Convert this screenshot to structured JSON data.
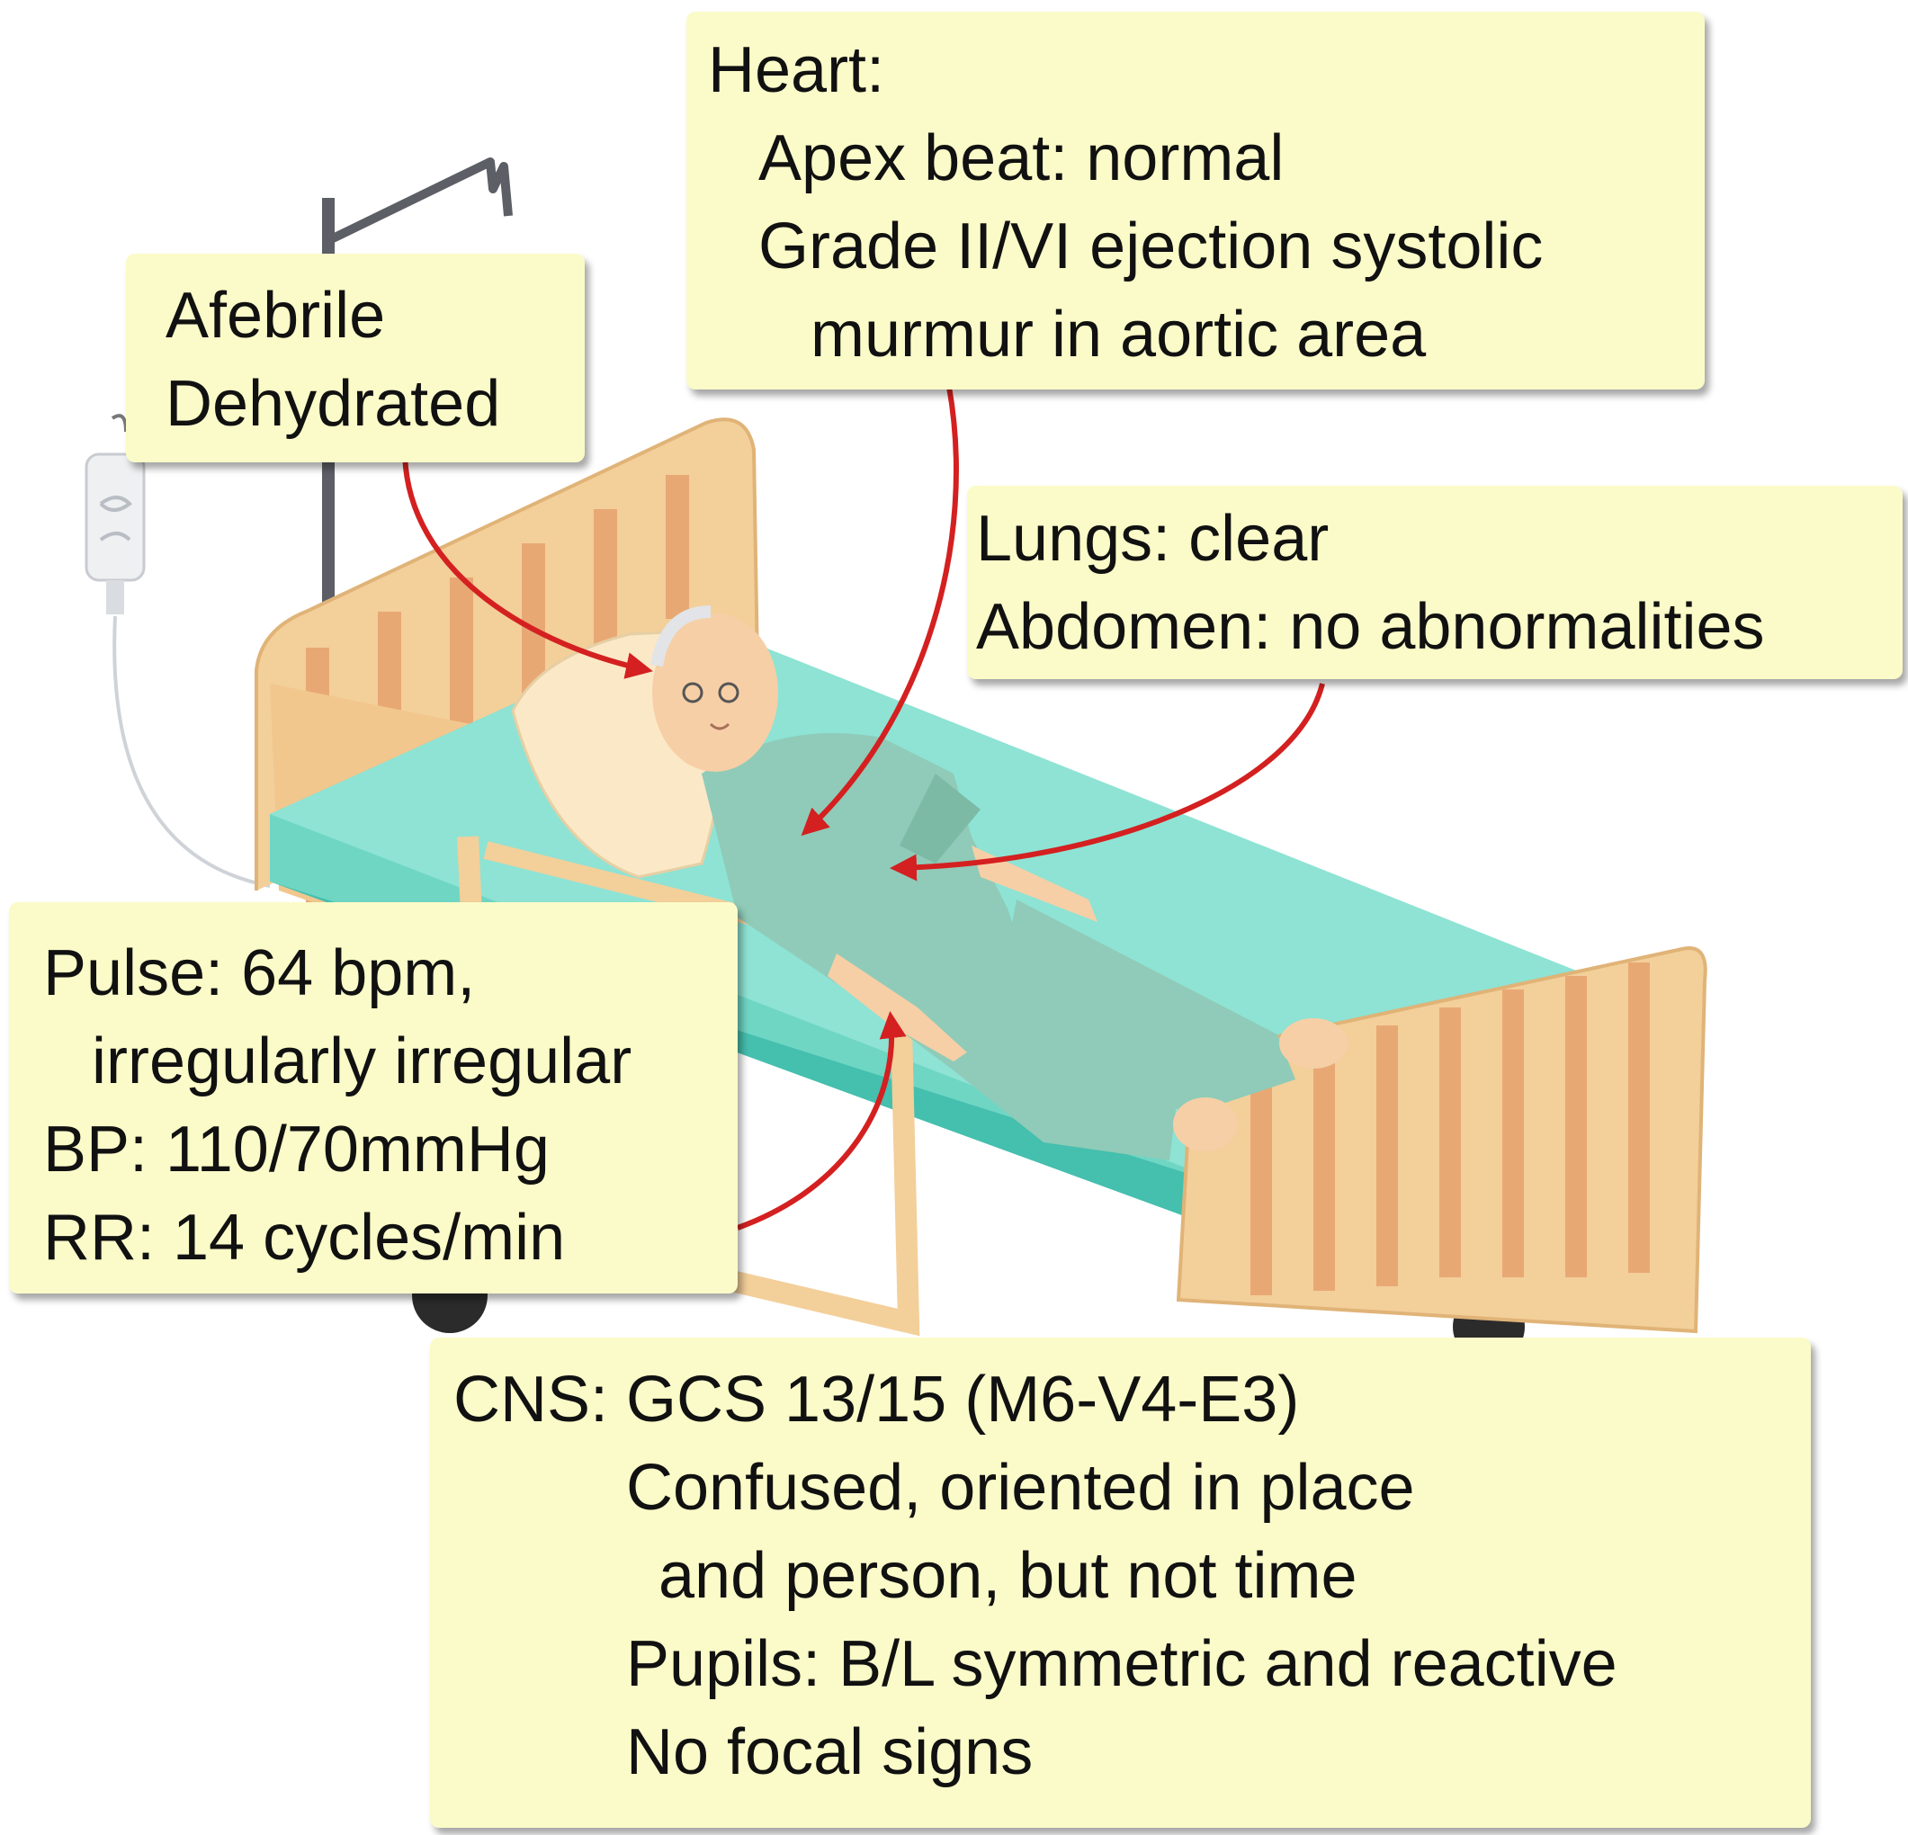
{
  "callouts": {
    "general": {
      "lines": [
        "Afebrile",
        "Dehydrated"
      ]
    },
    "heart": {
      "lines": [
        "Heart:",
        "Apex beat: normal",
        "Grade II/VI ejection systolic",
        "murmur in aortic area"
      ]
    },
    "lungs_abdomen": {
      "lines": [
        "Lungs: clear",
        "Abdomen: no abnormalities"
      ]
    },
    "vitals": {
      "lines": [
        "Pulse: 64 bpm,",
        "irregularly irregular",
        "BP: 110/70mmHg",
        "RR: 14 cycles/min"
      ]
    },
    "cns": {
      "lines": [
        "CNS: GCS 13/15 (M6-V4-E3)",
        "Confused, oriented in place",
        "and person, but not time",
        "Pupils: B/L symmetric and reactive",
        "No focal signs"
      ]
    }
  },
  "colors": {
    "callout_bg": "#fbfbc9",
    "arrow": "#d42020",
    "mattress": "#6fd6c4",
    "bed_frame": "#f3cf9a",
    "gown": "#8fcbb8"
  },
  "illustration": {
    "subject": "elderly patient lying in hospital bed with IV drip stand",
    "icons": [
      "iv-drip-icon",
      "hospital-bed-icon",
      "patient-icon"
    ]
  }
}
